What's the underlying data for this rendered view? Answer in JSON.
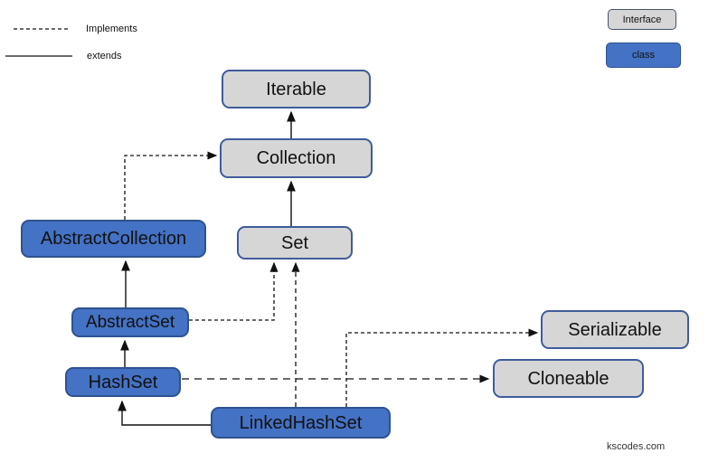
{
  "legend": {
    "implements_label": "Implements",
    "extends_label": "extends",
    "interface_label": "Interface",
    "class_label": "class"
  },
  "colors": {
    "interface_fill": "#d6d6d6",
    "class_fill": "#4472c4",
    "class_border": "#2f528f",
    "interface_border": "#3f5c9c",
    "line": "#111111"
  },
  "nodes": [
    {
      "id": "iterable",
      "label": "Iterable",
      "type": "interface"
    },
    {
      "id": "collection",
      "label": "Collection",
      "type": "interface"
    },
    {
      "id": "set",
      "label": "Set",
      "type": "interface"
    },
    {
      "id": "abstractcollection",
      "label": "AbstractCollection",
      "type": "class"
    },
    {
      "id": "abstractset",
      "label": "AbstractSet",
      "type": "class"
    },
    {
      "id": "hashset",
      "label": "HashSet",
      "type": "class"
    },
    {
      "id": "linkedhashset",
      "label": "LinkedHashSet",
      "type": "class"
    },
    {
      "id": "serializable",
      "label": "Serializable",
      "type": "interface"
    },
    {
      "id": "cloneable",
      "label": "Cloneable",
      "type": "interface"
    }
  ],
  "edges": [
    {
      "from": "Collection",
      "to": "Iterable",
      "relation": "extends"
    },
    {
      "from": "Set",
      "to": "Collection",
      "relation": "extends"
    },
    {
      "from": "AbstractCollection",
      "to": "Collection",
      "relation": "implements"
    },
    {
      "from": "AbstractSet",
      "to": "AbstractCollection",
      "relation": "extends"
    },
    {
      "from": "AbstractSet",
      "to": "Set",
      "relation": "implements"
    },
    {
      "from": "HashSet",
      "to": "AbstractSet",
      "relation": "extends"
    },
    {
      "from": "HashSet",
      "to": "Cloneable",
      "relation": "implements"
    },
    {
      "from": "LinkedHashSet",
      "to": "HashSet",
      "relation": "extends"
    },
    {
      "from": "LinkedHashSet",
      "to": "Set",
      "relation": "implements"
    },
    {
      "from": "LinkedHashSet",
      "to": "Serializable",
      "relation": "implements"
    }
  ],
  "watermark": {
    "text": "kscodes.com"
  }
}
